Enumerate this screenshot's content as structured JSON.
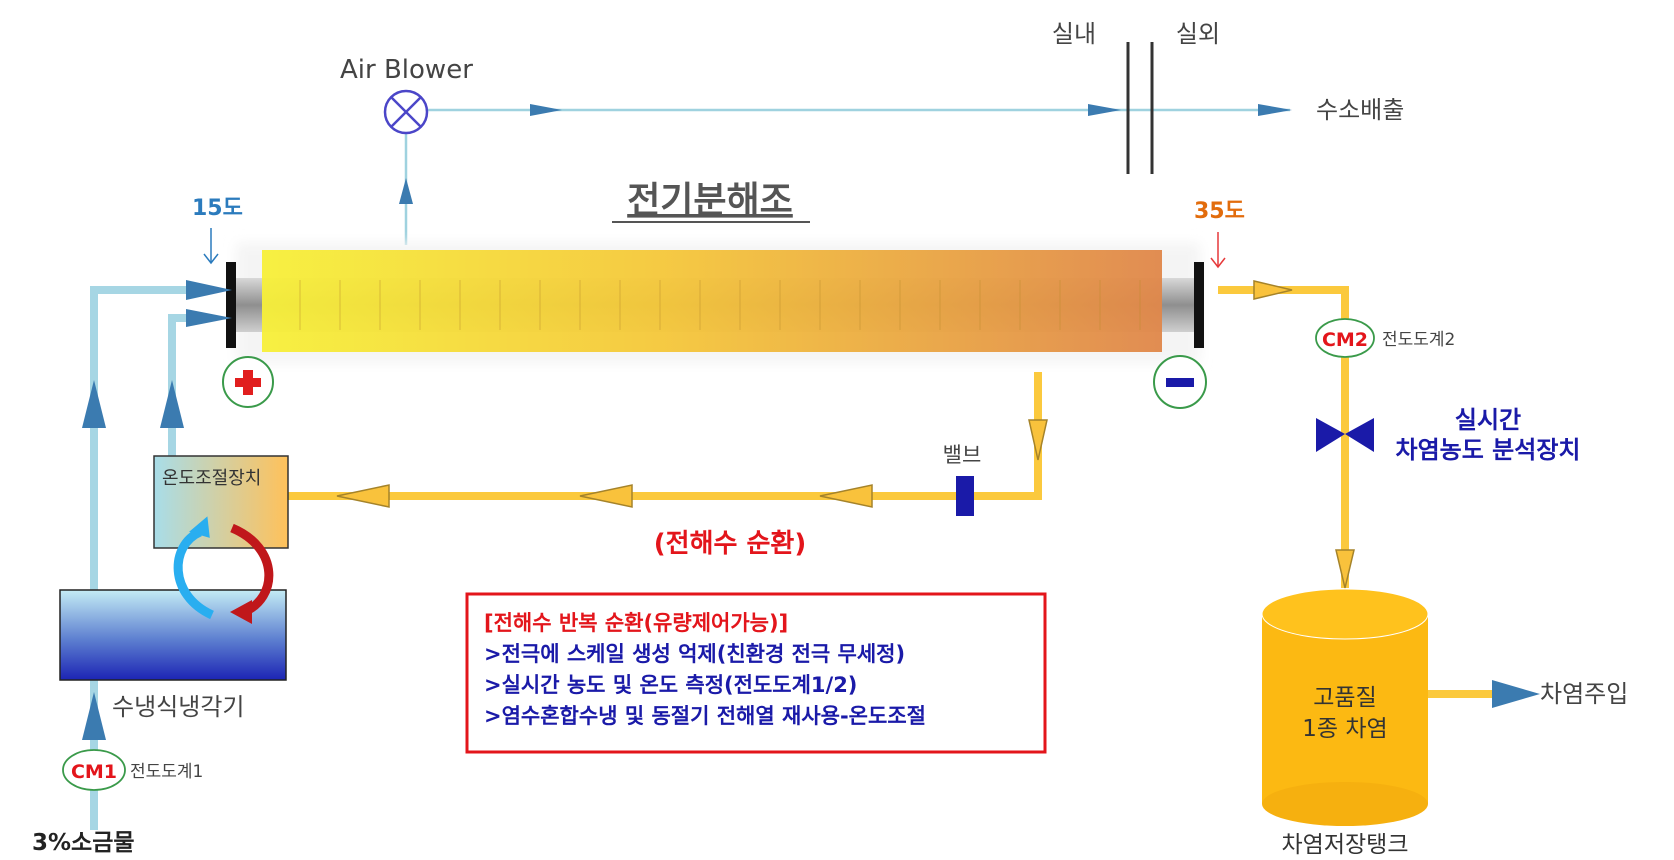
{
  "labels": {
    "indoor": "실내",
    "outdoor": "실외",
    "air_blower": "Air Blower",
    "hydrogen_exhaust": "수소배출",
    "electrolyzer_title": "전기분해조",
    "temp_in": "15도",
    "temp_out": "35도",
    "cm2_badge": "CM2",
    "cm2_label": "전도도계2",
    "analyzer_line1": "실시간",
    "analyzer_line2": "차염농도 분석장치",
    "valve": "밸브",
    "temp_controller": "온도조절장치",
    "circulation": "(전해수 순환)",
    "chiller": "수냉식냉각기",
    "cm1_badge": "CM1",
    "cm1_label": "전도도계1",
    "brine": "3%소금물",
    "tank_line1": "고품질",
    "tank_line2": "1종 차염",
    "tank_caption": "차염저장탱크",
    "injection": "차염주입"
  },
  "info_box": {
    "title": "[전해수 반복 순환(유량제어가능)]",
    "lines": [
      ">전극에 스케일 생성 억제(친환경 전극 무세정)",
      ">실시간 농도 및 온도 측정(전도도계1/2)",
      ">염수혼합수냉 및 동절기 전해열 재사용-온도조절"
    ]
  },
  "colors": {
    "air_line": "#9fd2df",
    "brine_line": "#a6d6e4",
    "electrolyte_line": "#fbc93d",
    "arrow_fill": "#3b7bb0",
    "valve_blue": "#1a1aa8",
    "title_red": "#e3151b",
    "temp_blue": "#2b7bbd",
    "temp_orange": "#e26c0c"
  },
  "icons": [
    "air-blower-icon",
    "plus-electrode-icon",
    "minus-electrode-icon",
    "valve-icon",
    "heat-exchange-arrows-icon"
  ]
}
